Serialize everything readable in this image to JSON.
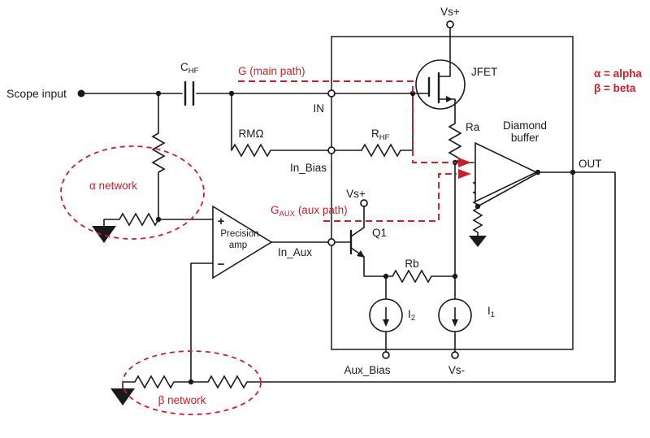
{
  "colors": {
    "ink": "#1a1a1a",
    "red": "#c8202a",
    "bg": "#ffffff"
  },
  "legend": {
    "alpha": "α = alpha",
    "beta": "β = beta"
  },
  "annotations": {
    "g_main_path": "G (main path)",
    "g_aux_prefix": "G",
    "g_aux_sub": "AUX",
    "g_aux_suffix": " (aux path)",
    "alpha_network": "α network",
    "beta_network": "β network"
  },
  "io": {
    "scope_input": "Scope input",
    "in": "IN",
    "in_bias": "In_Bias",
    "in_aux": "In_Aux",
    "out": "OUT",
    "vs_plus_top": "Vs+",
    "vs_plus_mid": "Vs+",
    "vs_minus": "Vs-",
    "aux_bias": "Aux_Bias"
  },
  "components": {
    "c_hf": {
      "name": "C",
      "sub": "HF"
    },
    "r_mohm": "RMΩ",
    "r_hf": {
      "name": "R",
      "sub": "HF"
    },
    "ra": "Ra",
    "rb": "Rb",
    "jfet": "JFET",
    "q1": "Q1",
    "i1": {
      "name": "I",
      "sub": "1"
    },
    "i2": {
      "name": "I",
      "sub": "2"
    },
    "diamond_buffer": {
      "line1": "Diamond",
      "line2": "buffer"
    },
    "precision_amp": {
      "line1": "Precision",
      "line2": "amp",
      "plus": "+",
      "minus": "−"
    }
  }
}
